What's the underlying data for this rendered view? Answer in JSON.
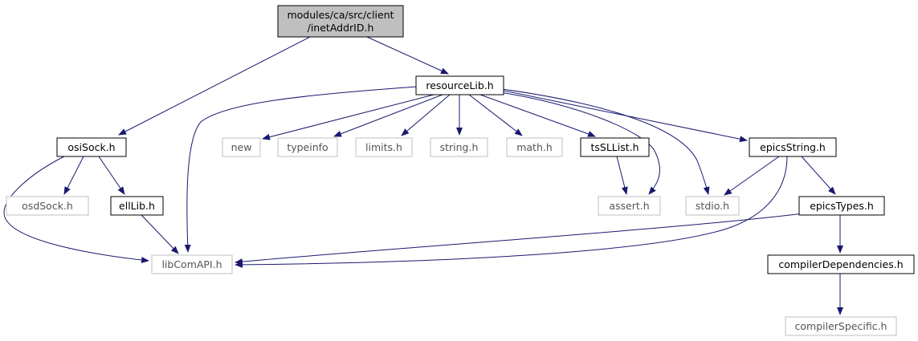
{
  "graph": {
    "nodes": [
      {
        "id": "root",
        "lines": [
          "modules/ca/src/client",
          "/inetAddrID.h"
        ],
        "kind": "root"
      },
      {
        "id": "resourceLib",
        "lines": [
          "resourceLib.h"
        ],
        "kind": "documented"
      },
      {
        "id": "osiSock",
        "lines": [
          "osiSock.h"
        ],
        "kind": "documented"
      },
      {
        "id": "new",
        "lines": [
          "new"
        ],
        "kind": "external"
      },
      {
        "id": "typeinfo",
        "lines": [
          "typeinfo"
        ],
        "kind": "external"
      },
      {
        "id": "limits",
        "lines": [
          "limits.h"
        ],
        "kind": "external"
      },
      {
        "id": "string",
        "lines": [
          "string.h"
        ],
        "kind": "external"
      },
      {
        "id": "math",
        "lines": [
          "math.h"
        ],
        "kind": "external"
      },
      {
        "id": "tsSLList",
        "lines": [
          "tsSLList.h"
        ],
        "kind": "documented"
      },
      {
        "id": "epicsString",
        "lines": [
          "epicsString.h"
        ],
        "kind": "documented"
      },
      {
        "id": "osdSock",
        "lines": [
          "osdSock.h"
        ],
        "kind": "external"
      },
      {
        "id": "ellLib",
        "lines": [
          "ellLib.h"
        ],
        "kind": "documented"
      },
      {
        "id": "assert",
        "lines": [
          "assert.h"
        ],
        "kind": "external"
      },
      {
        "id": "stdio",
        "lines": [
          "stdio.h"
        ],
        "kind": "external"
      },
      {
        "id": "epicsTypes",
        "lines": [
          "epicsTypes.h"
        ],
        "kind": "documented"
      },
      {
        "id": "libComAPI",
        "lines": [
          "libComAPI.h"
        ],
        "kind": "external"
      },
      {
        "id": "compilerDependencies",
        "lines": [
          "compilerDependencies.h"
        ],
        "kind": "documented"
      },
      {
        "id": "compilerSpecific",
        "lines": [
          "compilerSpecific.h"
        ],
        "kind": "external"
      }
    ],
    "edges": [
      [
        "root",
        "osiSock"
      ],
      [
        "root",
        "resourceLib"
      ],
      [
        "resourceLib",
        "libComAPI"
      ],
      [
        "resourceLib",
        "new"
      ],
      [
        "resourceLib",
        "typeinfo"
      ],
      [
        "resourceLib",
        "limits"
      ],
      [
        "resourceLib",
        "string"
      ],
      [
        "resourceLib",
        "math"
      ],
      [
        "resourceLib",
        "tsSLList"
      ],
      [
        "resourceLib",
        "assert"
      ],
      [
        "resourceLib",
        "stdio"
      ],
      [
        "resourceLib",
        "epicsString"
      ],
      [
        "osiSock",
        "libComAPI"
      ],
      [
        "osiSock",
        "osdSock"
      ],
      [
        "osiSock",
        "ellLib"
      ],
      [
        "ellLib",
        "libComAPI"
      ],
      [
        "tsSLList",
        "assert"
      ],
      [
        "epicsString",
        "stdio"
      ],
      [
        "epicsString",
        "libComAPI"
      ],
      [
        "epicsString",
        "epicsTypes"
      ],
      [
        "epicsTypes",
        "libComAPI"
      ],
      [
        "epicsTypes",
        "compilerDependencies"
      ],
      [
        "compilerDependencies",
        "compilerSpecific"
      ]
    ]
  },
  "colors": {
    "edge": "#191970",
    "root_fill": "#bfbfbf",
    "documented_border": "#000000",
    "external_border": "#bfbfbf",
    "documented_text": "#000000",
    "external_text": "#555555"
  }
}
